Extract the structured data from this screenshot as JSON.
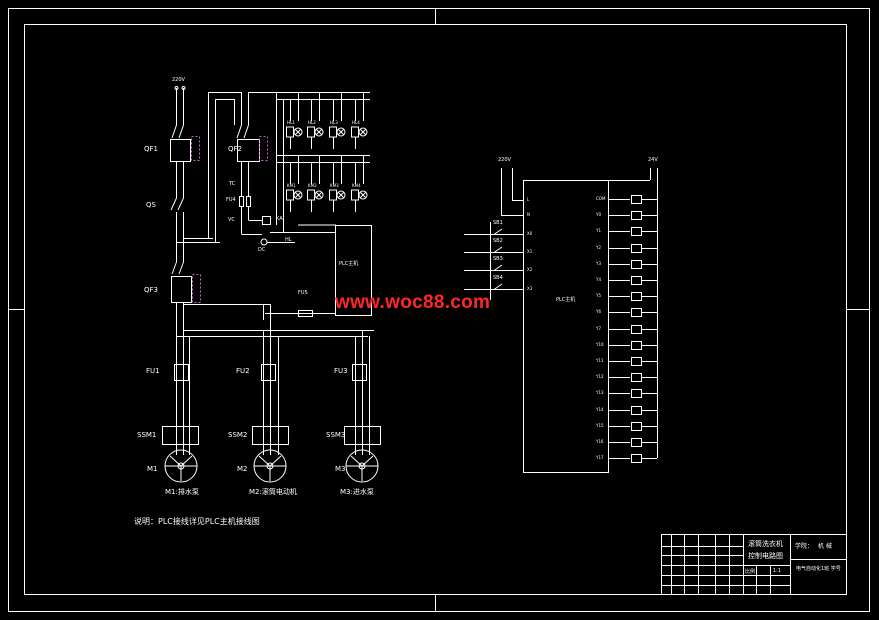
{
  "watermark": "www.woc88.com",
  "power": {
    "v220_left": "220V",
    "v220_right": "220V",
    "v24": "24V"
  },
  "breakers": {
    "qf1": "QF1",
    "qf2": "QF2",
    "qf3": "QF3",
    "qs": "QS"
  },
  "control": {
    "tc": "TC",
    "fu4": "FU4",
    "vc": "VC",
    "fu5": "FU5",
    "plc_main": "PLC主机",
    "dc": "DC",
    "hl": "HL",
    "ka": "KA"
  },
  "fuses": {
    "fu1": "FU1",
    "fu2": "FU2",
    "fu3": "FU3"
  },
  "contactors": {
    "ssm1": "SSM1",
    "ssm2": "SSM2",
    "ssm3": "SSM3"
  },
  "motors": {
    "m1": "M1",
    "m2": "M2",
    "m3": "M3",
    "m1_desc": "M1:排水泵",
    "m2_desc": "M2:滚筒电动机",
    "m3_desc": "M3:进水泵"
  },
  "note": "说明：PLC接线详见PLC主机接线图",
  "plc_right": {
    "title": "PLC主机",
    "left_pins": [
      "L",
      "N",
      "X0",
      "X1",
      "X2",
      "X3"
    ],
    "switches": [
      "SB1",
      "SB2",
      "SB3",
      "SB4"
    ],
    "right_pins": [
      "COM",
      "Y0",
      "Y1",
      "Y2",
      "Y3",
      "Y4",
      "Y5",
      "Y6",
      "Y7",
      "Y10",
      "Y11",
      "Y12",
      "Y13",
      "Y14",
      "Y15",
      "Y16",
      "Y17"
    ]
  },
  "lamp_labels_top": [
    "HL1",
    "HL2",
    "HL3",
    "HL4"
  ],
  "lamp_labels_bottom": [
    "KM1",
    "KM2",
    "KM3",
    "KM4"
  ],
  "title_block": {
    "drawing_title_1": "滚筒洗衣机",
    "drawing_title_2": "控制电路图",
    "school": "学院：",
    "school_name": "机 械",
    "class_line": "电气自动化1班 学号",
    "scale_label": "比例",
    "scale_value": "1:1"
  }
}
